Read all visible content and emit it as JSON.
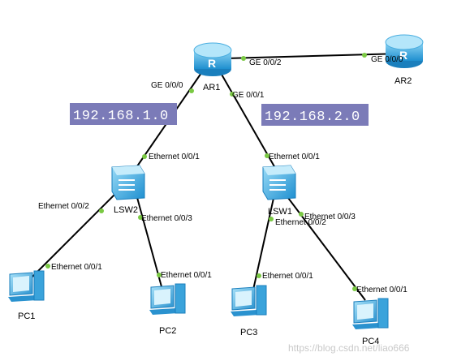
{
  "devices": {
    "ar1": {
      "label": "AR1",
      "type": "router"
    },
    "ar2": {
      "label": "AR2",
      "type": "router"
    },
    "lsw1": {
      "label": "LSW1",
      "type": "switch"
    },
    "lsw2": {
      "label": "LSW2",
      "type": "switch"
    },
    "pc1": {
      "label": "PC1",
      "type": "pc"
    },
    "pc2": {
      "label": "PC2",
      "type": "pc"
    },
    "pc3": {
      "label": "PC3",
      "type": "pc"
    },
    "pc4": {
      "label": "PC4",
      "type": "pc"
    }
  },
  "subnets": {
    "left": "192.168.1.0",
    "right": "192.168.2.0"
  },
  "links": [
    {
      "from": "ar1",
      "to": "ar2",
      "from_port": "GE 0/0/2",
      "to_port": "GE 0/0/0"
    },
    {
      "from": "ar1",
      "to": "lsw2",
      "from_port": "GE 0/0/0",
      "to_port": "Ethernet 0/0/1"
    },
    {
      "from": "ar1",
      "to": "lsw1",
      "from_port": "GE 0/0/1",
      "to_port": "Ethernet 0/0/1"
    },
    {
      "from": "lsw2",
      "to": "pc1",
      "from_port": "Ethernet 0/0/2",
      "to_port": "Ethernet 0/0/1"
    },
    {
      "from": "lsw2",
      "to": "pc2",
      "from_port": "Ethernet 0/0/3",
      "to_port": "Ethernet 0/0/1"
    },
    {
      "from": "lsw1",
      "to": "pc3",
      "from_port": "Ethernet 0/0/2",
      "to_port": "Ethernet 0/0/1"
    },
    {
      "from": "lsw1",
      "to": "pc4",
      "from_port": "Ethernet 0/0/3",
      "to_port": "Ethernet 0/0/1"
    }
  ],
  "watermark": "https://blog.csdn.net/liao666",
  "colors": {
    "subnet_box": "#7b7bb8",
    "port_dot": "#7ac943",
    "device_blue": "#2ea0d8"
  },
  "icons": {
    "router": "router-icon",
    "switch": "switch-icon",
    "pc": "pc-icon"
  }
}
